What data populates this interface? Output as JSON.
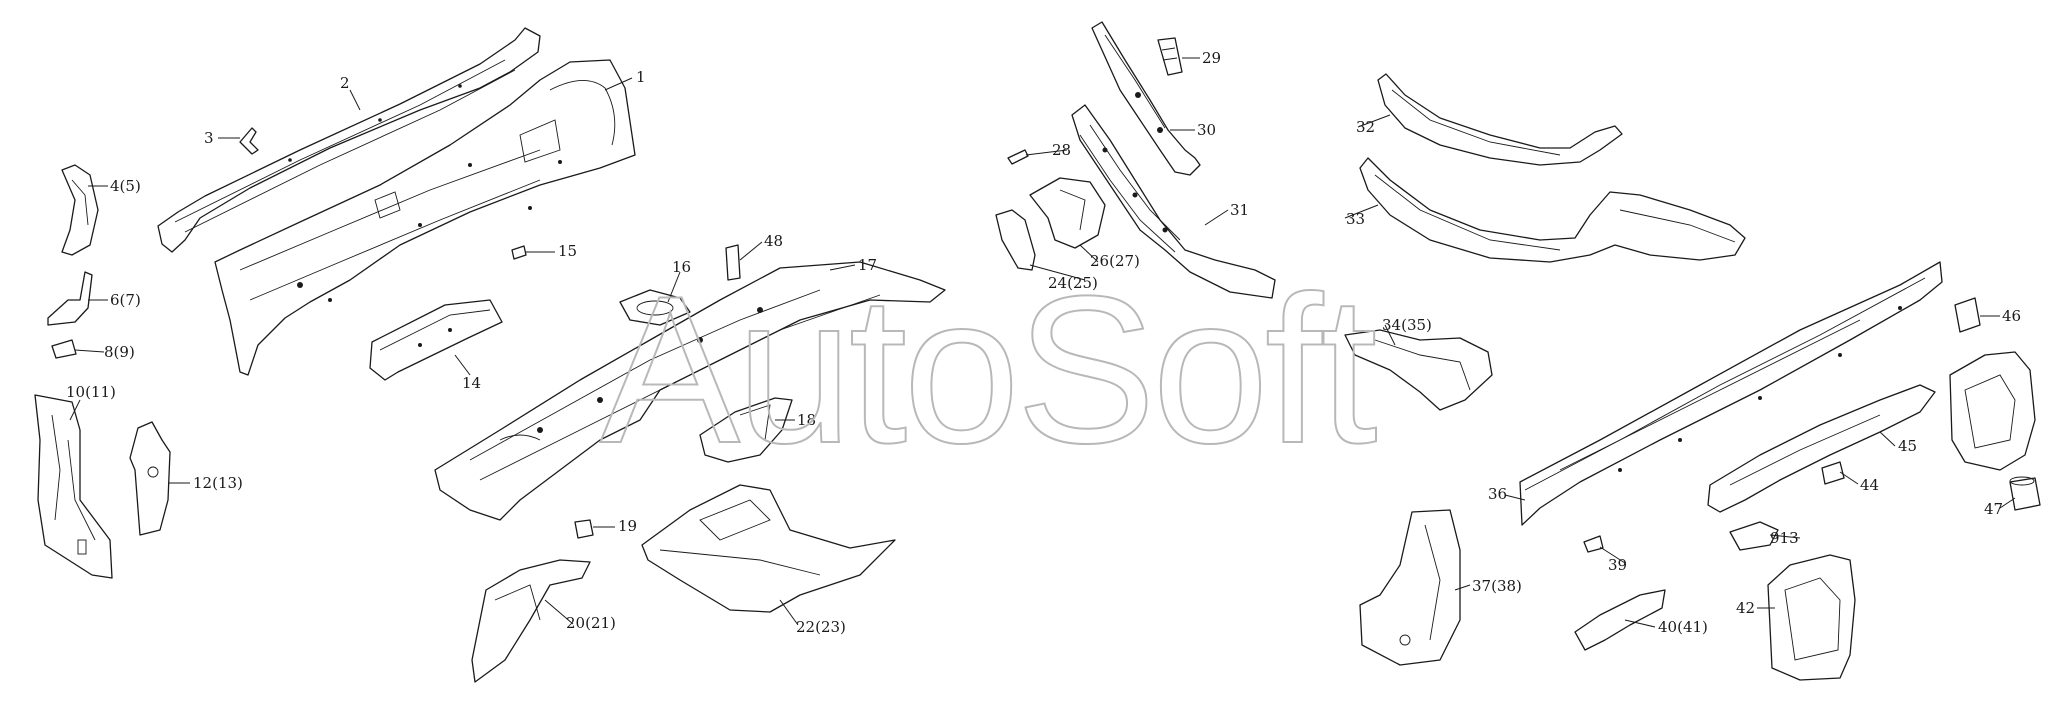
{
  "watermark": "AutoSoft",
  "colors": {
    "line": "#1a1a1a",
    "watermark": "#b8b8b8",
    "background": "#ffffff"
  },
  "callouts": [
    "1",
    "2",
    "3",
    "4(5)",
    "6(7)",
    "8(9)",
    "10(11)",
    "12(13)",
    "14",
    "15",
    "16",
    "17",
    "18",
    "19",
    "20(21)",
    "22(23)",
    "24(25)",
    "26(27)",
    "28",
    "29",
    "30",
    "31",
    "32",
    "33",
    "34(35)",
    "36",
    "37(38)",
    "39",
    "40(41)",
    "42",
    "913",
    "44",
    "45",
    "46",
    "47",
    "48"
  ]
}
